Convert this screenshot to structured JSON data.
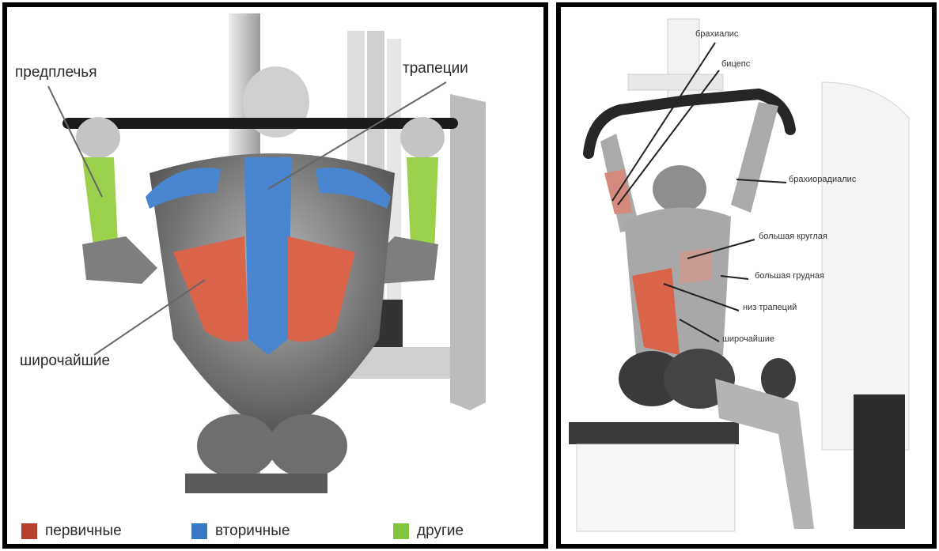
{
  "left_panel": {
    "labels": {
      "forearms": "предплечья",
      "trapezius": "трапеции",
      "lats": "широчайшие"
    },
    "legend": [
      {
        "label": "первичные",
        "color": "#b5412e"
      },
      {
        "label": "вторичные",
        "color": "#3b78c4"
      },
      {
        "label": "другие",
        "color": "#84c441"
      }
    ]
  },
  "right_panel": {
    "labels": {
      "brachialis": "брахиалис",
      "biceps": "бицепс",
      "brachioradialis": "брахиорадиалис",
      "teres_major": "большая круглая",
      "pectoralis_major": "большая грудная",
      "lower_trapezius": "низ трапеций",
      "lats": "широчайшие"
    }
  },
  "colors": {
    "primary": "#d9644a",
    "secondary": "#4a86d0",
    "other": "#9bd04a",
    "body_gray": "#8d8d8d",
    "machine_gray": "#cfcfcf"
  }
}
